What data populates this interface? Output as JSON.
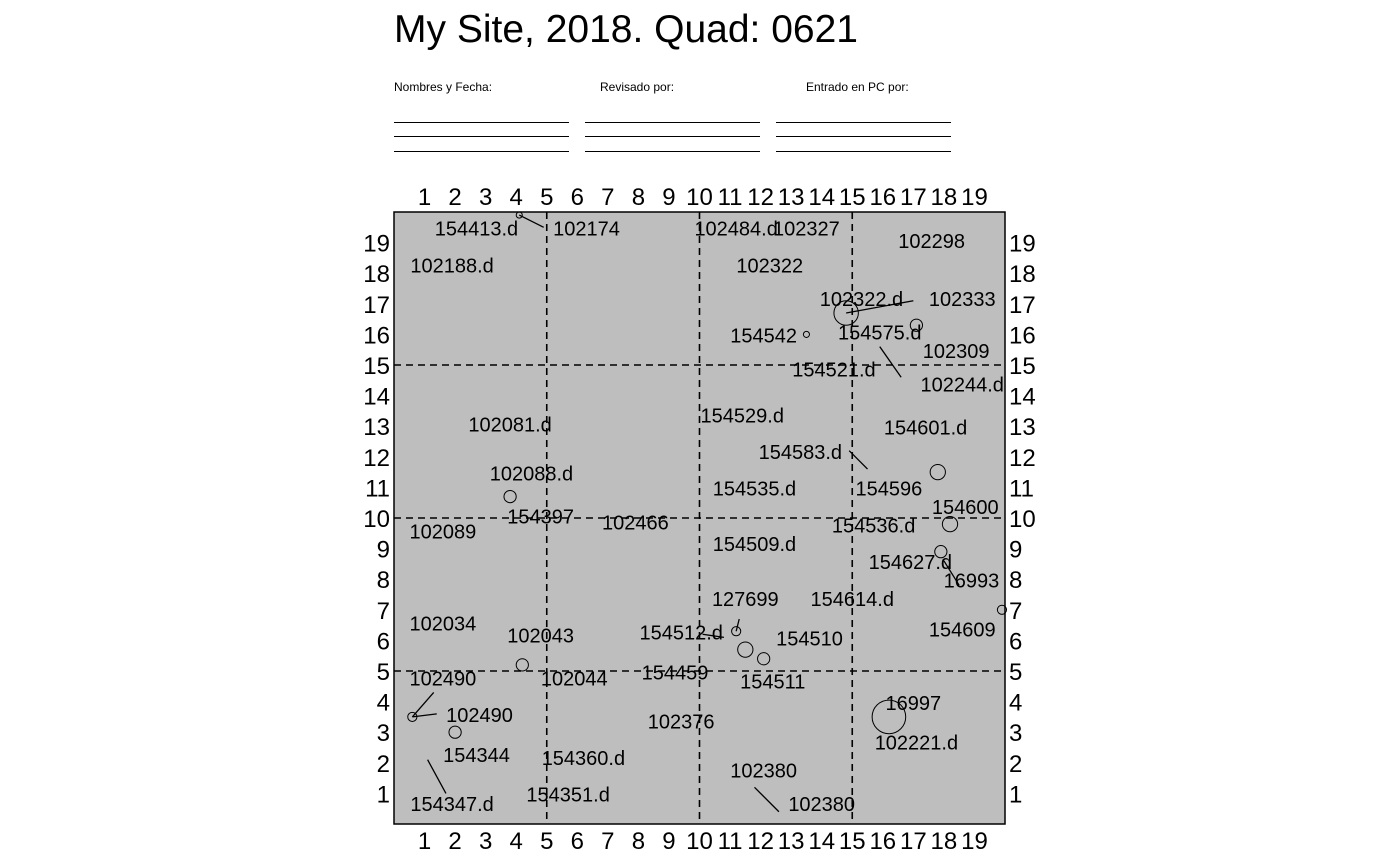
{
  "header": {
    "title": "My Site, 2018. Quad: 0621",
    "fields": [
      {
        "label": "Nombres y Fecha:"
      },
      {
        "label": "Revisado por:"
      },
      {
        "label": "Entrado en PC por:"
      }
    ]
  },
  "chart_data": {
    "type": "scatter",
    "title": "My Site, 2018. Quad: 0621",
    "xlim": [
      0,
      20
    ],
    "ylim": [
      0,
      20
    ],
    "xticks": [
      1,
      2,
      3,
      4,
      5,
      6,
      7,
      8,
      9,
      10,
      11,
      12,
      13,
      14,
      15,
      16,
      17,
      18,
      19
    ],
    "yticks": [
      1,
      2,
      3,
      4,
      5,
      6,
      7,
      8,
      9,
      10,
      11,
      12,
      13,
      14,
      15,
      16,
      17,
      18,
      19
    ],
    "grid_lines": [
      5,
      10,
      15
    ],
    "grid": "dashed",
    "background": "#bebebe",
    "points": [
      {
        "x": 4.1,
        "y": 19.9,
        "r": 0.1
      },
      {
        "x": 14.8,
        "y": 16.7,
        "r": 0.4
      },
      {
        "x": 17.1,
        "y": 16.3,
        "r": 0.2
      },
      {
        "x": 13.5,
        "y": 16.0,
        "r": 0.1
      },
      {
        "x": 3.8,
        "y": 10.7,
        "r": 0.2
      },
      {
        "x": 17.8,
        "y": 11.5,
        "r": 0.25
      },
      {
        "x": 18.2,
        "y": 9.8,
        "r": 0.25
      },
      {
        "x": 17.9,
        "y": 8.9,
        "r": 0.2
      },
      {
        "x": 19.9,
        "y": 7.0,
        "r": 0.15
      },
      {
        "x": 11.2,
        "y": 6.3,
        "r": 0.15
      },
      {
        "x": 11.5,
        "y": 5.7,
        "r": 0.25
      },
      {
        "x": 12.1,
        "y": 5.4,
        "r": 0.2
      },
      {
        "x": 4.2,
        "y": 5.2,
        "r": 0.2
      },
      {
        "x": 0.6,
        "y": 3.5,
        "r": 0.15
      },
      {
        "x": 2.0,
        "y": 3.0,
        "r": 0.2
      },
      {
        "x": 16.2,
        "y": 3.5,
        "r": 0.55
      }
    ],
    "labels": [
      {
        "text": "154413.d",
        "x": 2.7,
        "y": 19.4
      },
      {
        "text": "102174",
        "x": 6.3,
        "y": 19.4
      },
      {
        "text": "102484.d",
        "x": 11.2,
        "y": 19.4
      },
      {
        "text": "102327",
        "x": 13.5,
        "y": 19.4
      },
      {
        "text": "102298",
        "x": 17.6,
        "y": 19.0
      },
      {
        "text": "102188.d",
        "x": 1.9,
        "y": 18.2
      },
      {
        "text": "102322",
        "x": 12.3,
        "y": 18.2
      },
      {
        "text": "102322.d",
        "x": 15.3,
        "y": 17.1
      },
      {
        "text": "102333",
        "x": 18.6,
        "y": 17.1
      },
      {
        "text": "154542",
        "x": 12.1,
        "y": 15.9
      },
      {
        "text": "154575.d",
        "x": 15.9,
        "y": 16.0
      },
      {
        "text": "102309",
        "x": 18.4,
        "y": 15.4
      },
      {
        "text": "154521.d",
        "x": 14.4,
        "y": 14.8
      },
      {
        "text": "102244.d",
        "x": 18.6,
        "y": 14.3
      },
      {
        "text": "102081.d",
        "x": 3.8,
        "y": 13.0
      },
      {
        "text": "154529.d",
        "x": 11.4,
        "y": 13.3
      },
      {
        "text": "154601.d",
        "x": 17.4,
        "y": 12.9
      },
      {
        "text": "154583.d",
        "x": 13.3,
        "y": 12.1
      },
      {
        "text": "102088.d",
        "x": 4.5,
        "y": 11.4
      },
      {
        "text": "154596",
        "x": 16.2,
        "y": 10.9
      },
      {
        "text": "154535.d",
        "x": 11.8,
        "y": 10.9
      },
      {
        "text": "154600",
        "x": 18.7,
        "y": 10.3
      },
      {
        "text": "154397",
        "x": 4.8,
        "y": 10.0
      },
      {
        "text": "102466",
        "x": 7.9,
        "y": 9.8
      },
      {
        "text": "154536.d",
        "x": 15.7,
        "y": 9.7
      },
      {
        "text": "102089",
        "x": 1.6,
        "y": 9.5
      },
      {
        "text": "154509.d",
        "x": 11.8,
        "y": 9.1
      },
      {
        "text": "154627.d",
        "x": 16.9,
        "y": 8.5
      },
      {
        "text": "16993",
        "x": 18.9,
        "y": 7.9
      },
      {
        "text": "127699",
        "x": 11.5,
        "y": 7.3
      },
      {
        "text": "154614.d",
        "x": 15.0,
        "y": 7.3
      },
      {
        "text": "102034",
        "x": 1.6,
        "y": 6.5
      },
      {
        "text": "154609",
        "x": 18.6,
        "y": 6.3
      },
      {
        "text": "154512.d",
        "x": 9.4,
        "y": 6.2
      },
      {
        "text": "102043",
        "x": 4.8,
        "y": 6.1
      },
      {
        "text": "154510",
        "x": 13.6,
        "y": 6.0
      },
      {
        "text": "154459",
        "x": 9.2,
        "y": 4.9
      },
      {
        "text": "102490",
        "x": 1.6,
        "y": 4.7
      },
      {
        "text": "102044",
        "x": 5.9,
        "y": 4.7
      },
      {
        "text": "154511",
        "x": 12.4,
        "y": 4.6
      },
      {
        "text": "16997",
        "x": 17.0,
        "y": 3.9
      },
      {
        "text": "102490",
        "x": 2.8,
        "y": 3.5
      },
      {
        "text": "102376",
        "x": 9.4,
        "y": 3.3
      },
      {
        "text": "102221.d",
        "x": 17.1,
        "y": 2.6
      },
      {
        "text": "154344",
        "x": 2.7,
        "y": 2.2
      },
      {
        "text": "154360.d",
        "x": 6.2,
        "y": 2.1
      },
      {
        "text": "102380",
        "x": 12.1,
        "y": 1.7
      },
      {
        "text": "154347.d",
        "x": 1.9,
        "y": 0.6
      },
      {
        "text": "154351.d",
        "x": 5.7,
        "y": 0.9
      },
      {
        "text": "102380",
        "x": 14.0,
        "y": 0.6
      }
    ],
    "leaders": [
      [
        4.1,
        19.9,
        4.9,
        19.5
      ],
      [
        14.8,
        16.7,
        17.0,
        17.1
      ],
      [
        15.9,
        15.6,
        16.6,
        14.6
      ],
      [
        14.9,
        12.2,
        15.5,
        11.6
      ],
      [
        18.0,
        8.6,
        18.5,
        7.8
      ],
      [
        11.2,
        6.3,
        11.3,
        6.7
      ],
      [
        10.1,
        6.2,
        10.8,
        6.1
      ],
      [
        0.6,
        3.5,
        1.3,
        4.3
      ],
      [
        0.6,
        3.5,
        1.4,
        3.6
      ],
      [
        1.1,
        2.1,
        1.7,
        1.0
      ],
      [
        11.8,
        1.2,
        12.6,
        0.4
      ]
    ]
  }
}
